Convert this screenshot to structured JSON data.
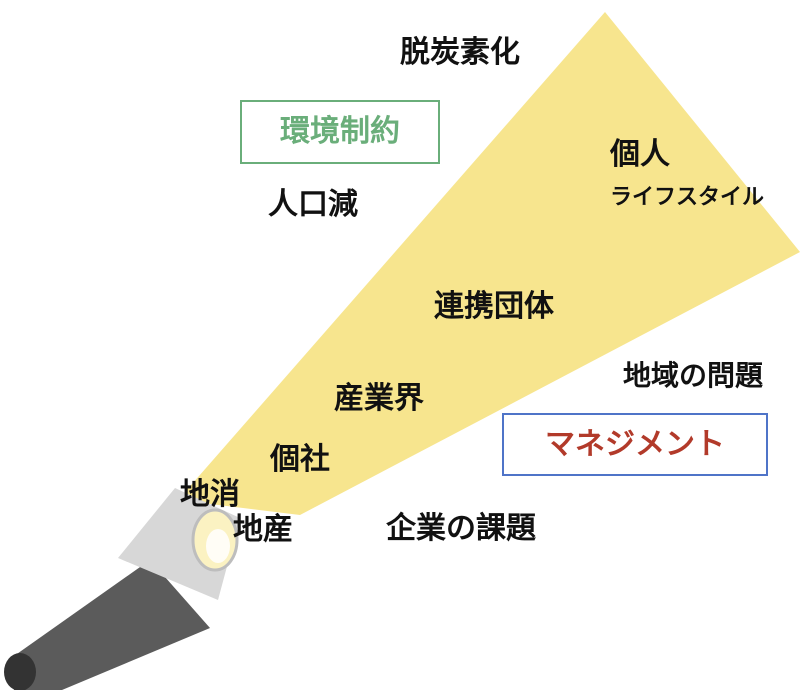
{
  "colors": {
    "beam": "#f7e58e",
    "flashlight_body": "#5b5b5b",
    "flashlight_head": "#d7d7d7",
    "green_box": "#6aae7a",
    "blue_box": "#4f74c8",
    "red_text": "#b23a2a"
  },
  "labels": {
    "decarbonization": "脱炭素化",
    "env_constraints": "環境制約",
    "population_decline": "人口減",
    "individual": "個人",
    "lifestyle": "ライフスタイル",
    "partner_orgs": "連携団体",
    "regional_issues": "地域の問題",
    "industry": "産業界",
    "management": "マネジメント",
    "individual_company": "個社",
    "local_consumption": "地消",
    "local_production": "地産",
    "corporate_issues": "企業の課題"
  }
}
